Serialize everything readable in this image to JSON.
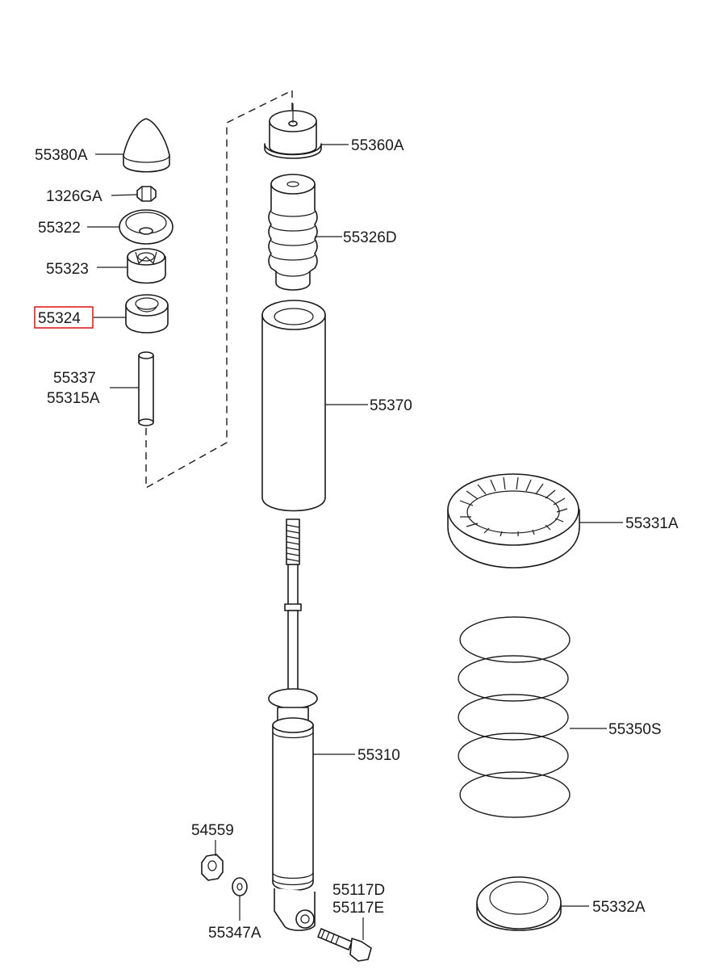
{
  "labels": {
    "p55380A": "55380A",
    "p1326GA": "1326GA",
    "p55322": "55322",
    "p55323": "55323",
    "p55324": "55324",
    "p55337": "55337",
    "p55315A": "55315A",
    "p55360A": "55360A",
    "p55326D": "55326D",
    "p55370": "55370",
    "p55331A": "55331A",
    "p55350S": "55350S",
    "p55310": "55310",
    "p54559": "54559",
    "p55347A": "55347A",
    "p55117D": "55117D",
    "p55117E": "55117E",
    "p55332A": "55332A"
  },
  "highlighted_part": "55324",
  "colors": {
    "line": "#1a1a1a",
    "highlight": "#e02020",
    "background": "#ffffff"
  }
}
